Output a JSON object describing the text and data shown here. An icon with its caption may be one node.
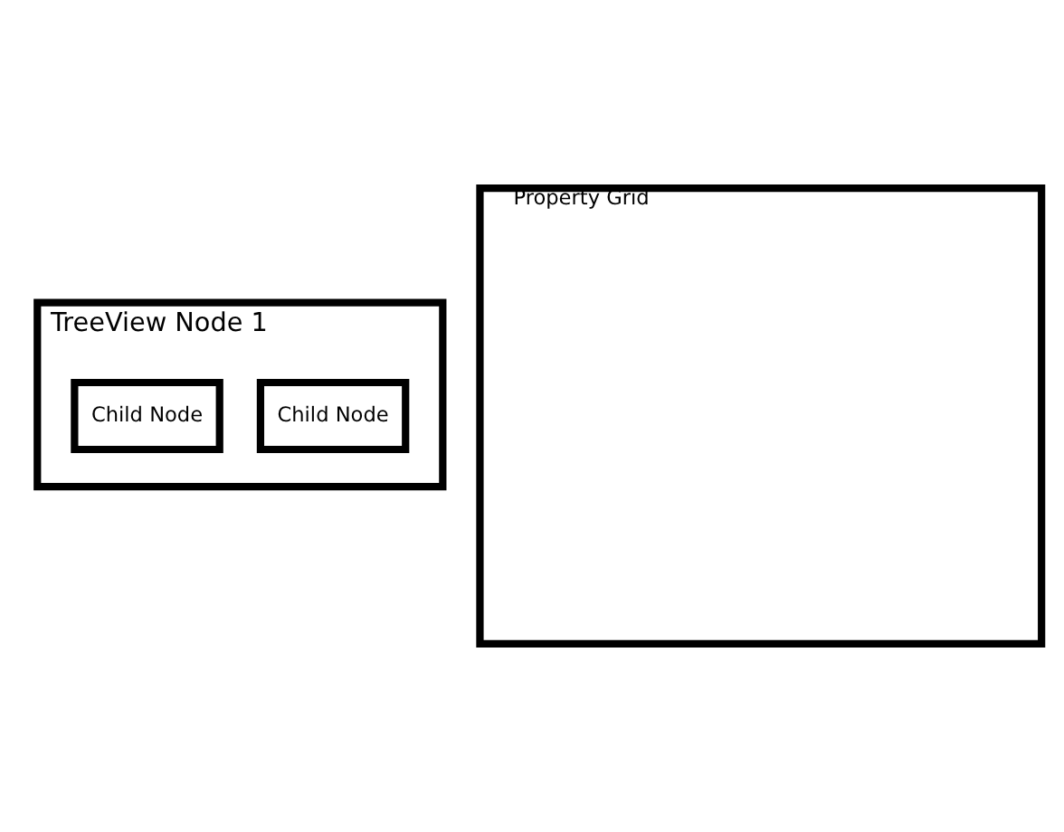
{
  "diagram": {
    "nodes": [
      {
        "text": [
          "TreeView Node 1"
        ]
      },
      {
        "text": [
          "Child Node"
        ],
        "in": 0
      },
      {
        "text": [
          "Child Node"
        ],
        "in": 0
      },
      {
        "text": [
          "Property Grid"
        ]
      }
    ]
  }
}
